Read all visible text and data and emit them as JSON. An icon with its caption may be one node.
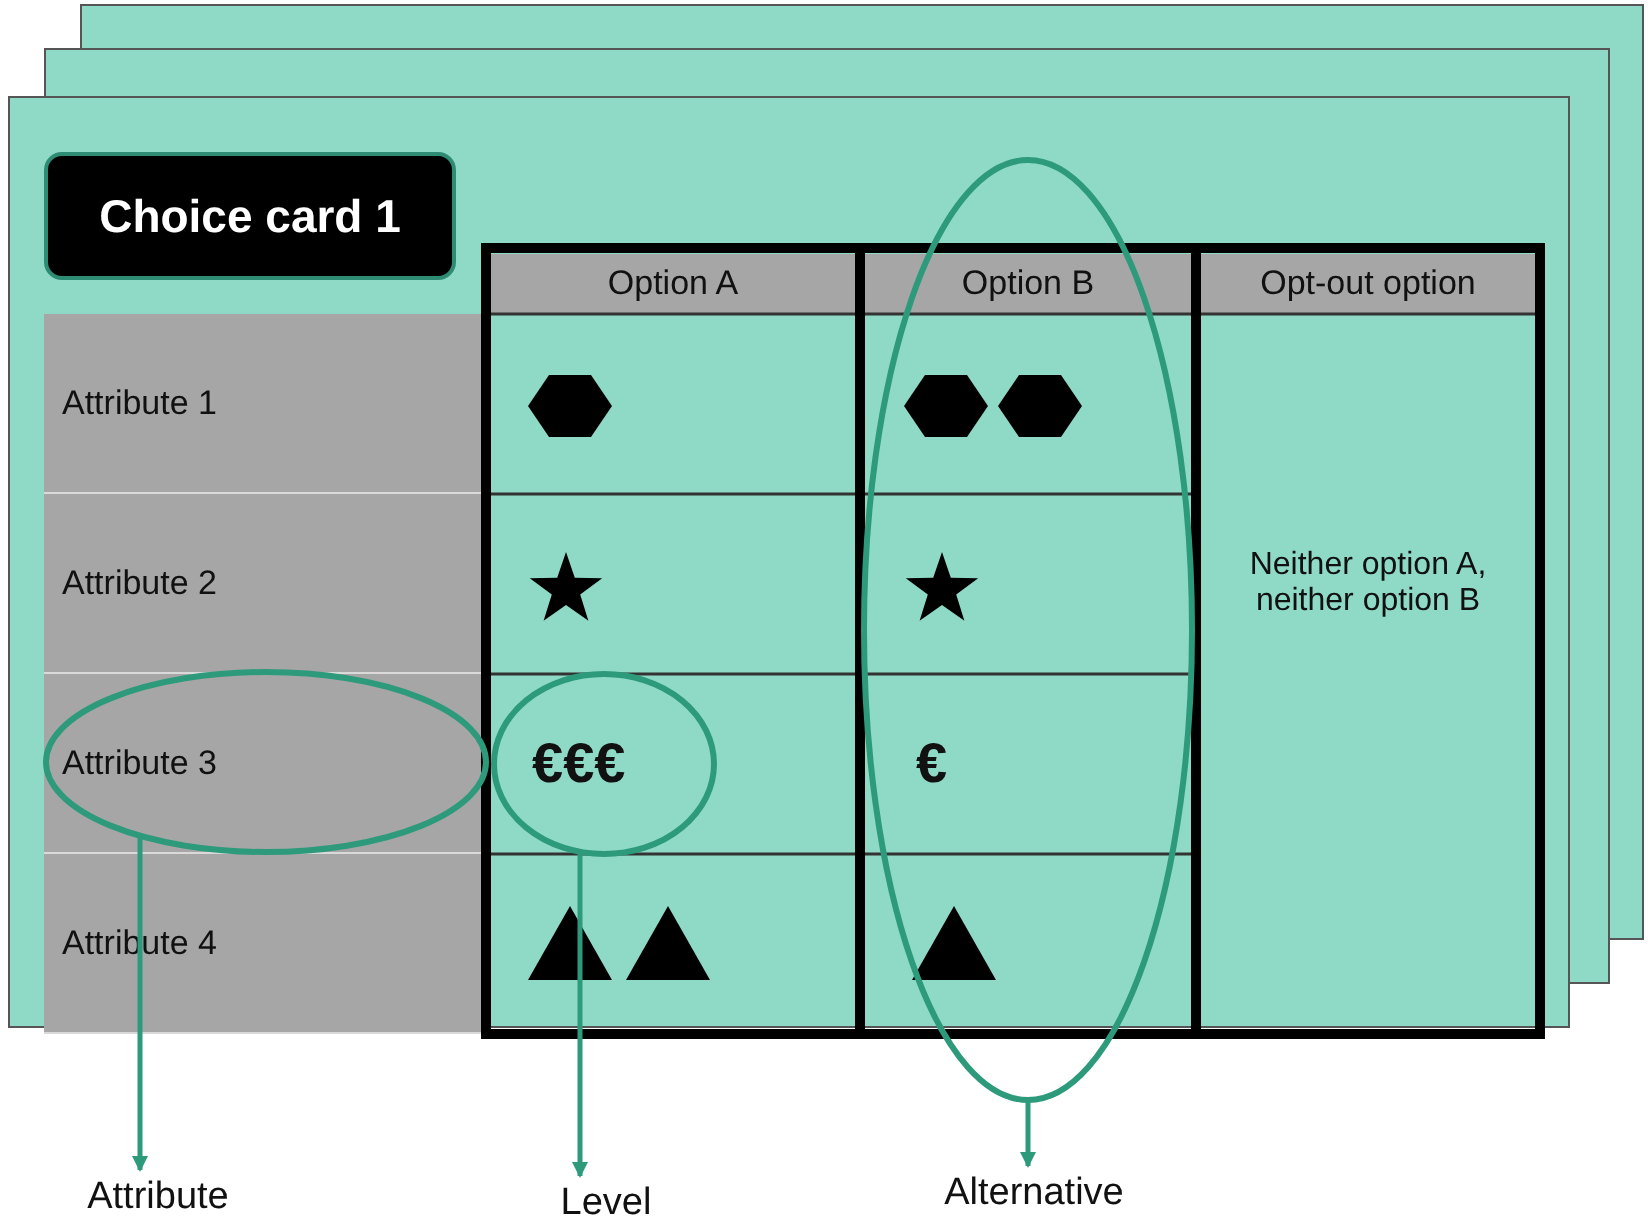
{
  "diagram": {
    "nodes": [
      {
        "text": [
          "Choice card 1"
        ]
      },
      {
        "text": [],
        "shape": "ellipse"
      },
      {
        "text": [],
        "shape": "ellipse"
      },
      {
        "text": [],
        "shape": "ellipse"
      },
      {
        "text": [
          "Attribute"
        ]
      },
      {
        "text": [
          "Level"
        ]
      },
      {
        "text": [
          "Alternative"
        ]
      }
    ],
    "edges": [
      {
        "from": 1,
        "to": 4,
        "arrow": "to"
      },
      {
        "from": 2,
        "to": 5,
        "arrow": "to"
      },
      {
        "from": 3,
        "to": 6,
        "arrow": "to"
      }
    ],
    "labels": [
      "Option A",
      "Option B",
      "Opt-out option",
      "Attribute 1",
      "Attribute 2",
      "Neither option A, neither option B",
      "Attribute 3",
      "€€€",
      "€",
      "Attribute 4"
    ]
  }
}
